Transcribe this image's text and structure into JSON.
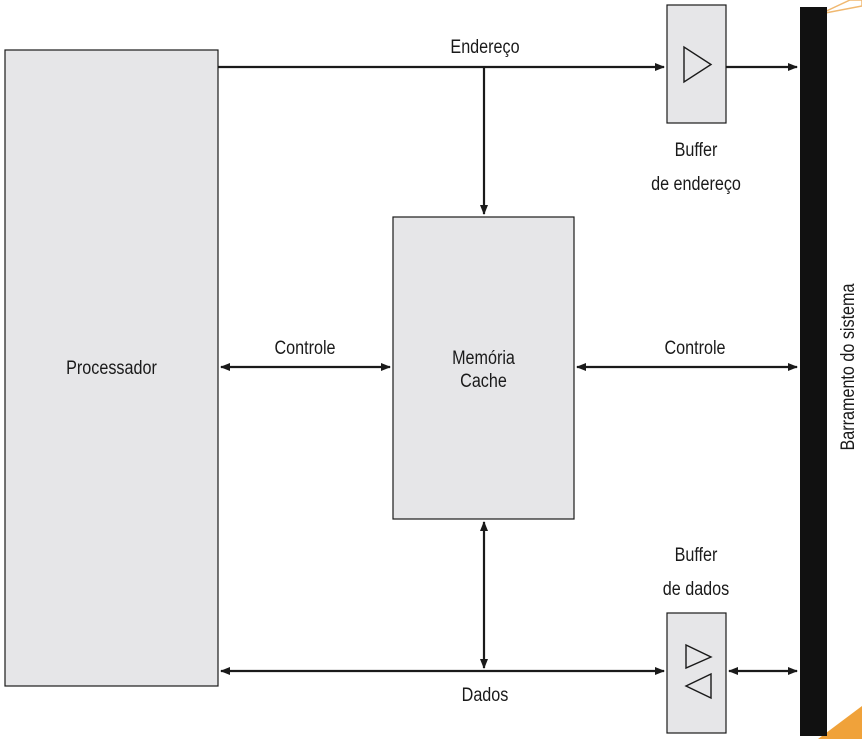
{
  "diagram": {
    "processor_label": "Processador",
    "cache_label_line1": "Memória",
    "cache_label_line2": "Cache",
    "bus_label": "Barramento do sistema",
    "address_label": "Endereço",
    "control_left_label": "Controle",
    "control_right_label": "Controle",
    "data_label": "Dados",
    "address_buffer_label_line1": "Buffer",
    "address_buffer_label_line2": "de endereço",
    "data_buffer_label_line1": "Buffer",
    "data_buffer_label_line2": "de dados"
  },
  "colors": {
    "box_fill": "#e6e6e8",
    "line": "#1a1a1a",
    "bus": "#111111",
    "accent_orange": "#f0a23a"
  }
}
